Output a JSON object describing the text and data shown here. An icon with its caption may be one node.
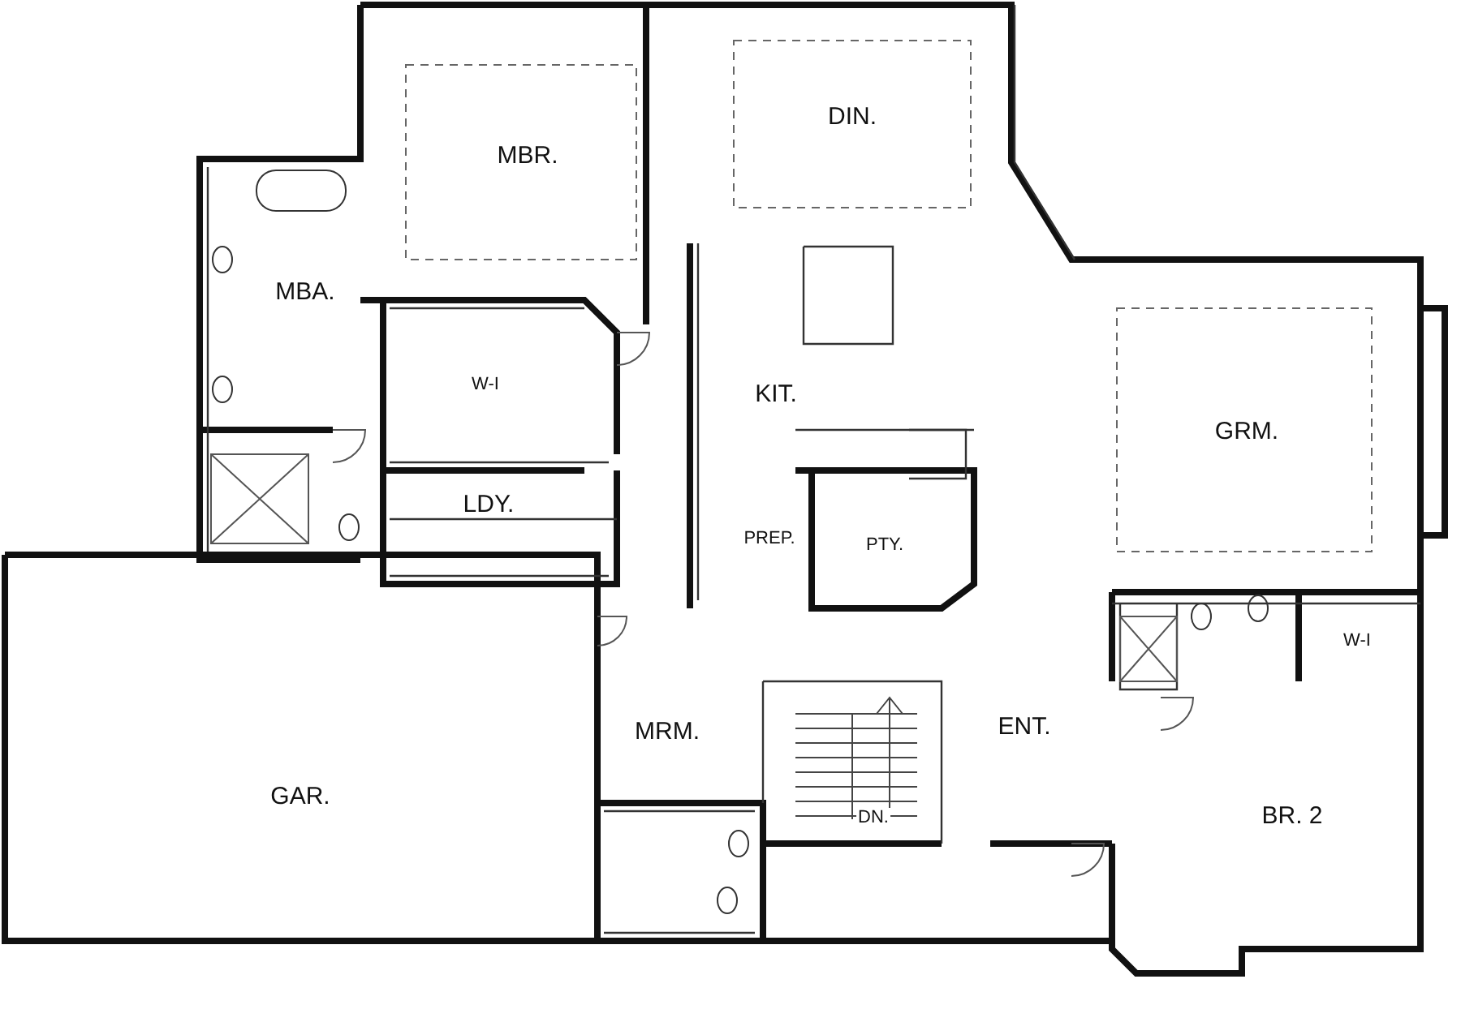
{
  "diagram": {
    "labels": [
      "MBR.",
      "DIN.",
      "MBA.",
      "W-I",
      "KIT.",
      "GRM.",
      "LDY.",
      "PREP.",
      "PTY.",
      "W-I",
      "MRM.",
      "ENT.",
      "DN.",
      "GAR.",
      "BR. 2"
    ]
  }
}
